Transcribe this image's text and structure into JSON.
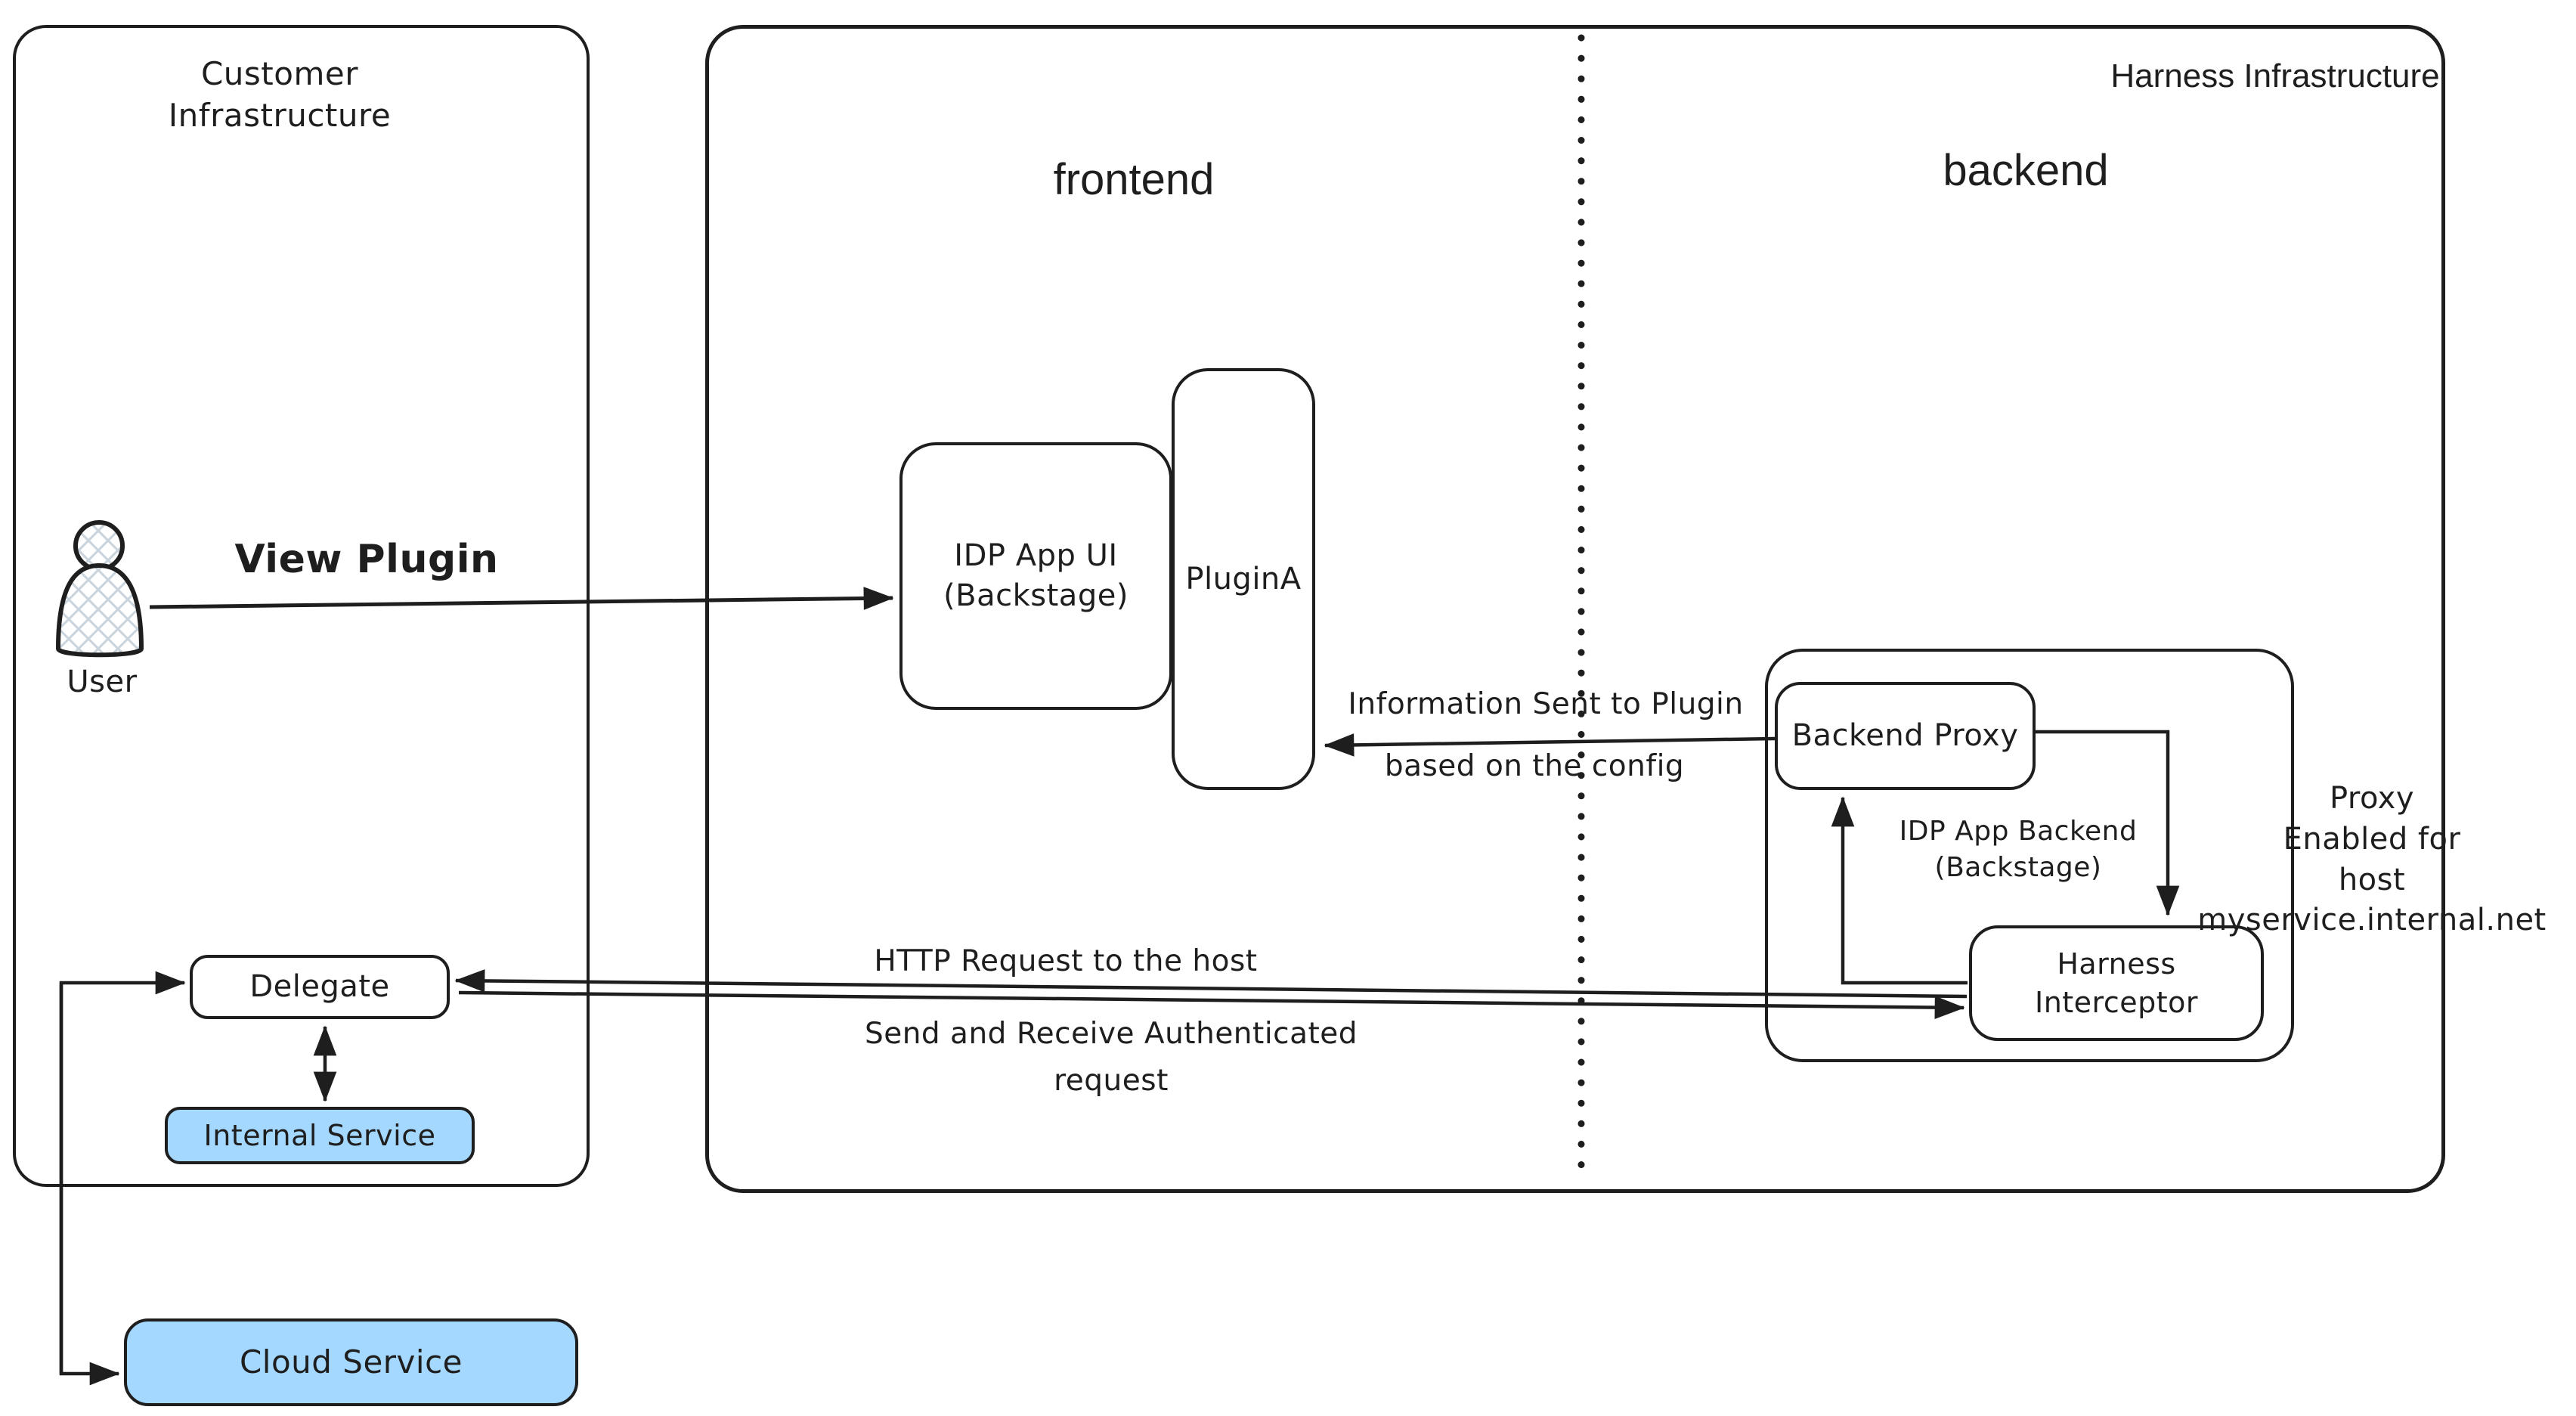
{
  "containers": {
    "customer": {
      "label": "Customer Infrastructure"
    },
    "harness": {
      "label": "Harness Infrastructure"
    },
    "frontend_label": "frontend",
    "backend_label": "backend",
    "idp_backend": {
      "line1": "IDP App Backend",
      "line2": "(Backstage)"
    }
  },
  "nodes": {
    "user": {
      "label": "User"
    },
    "idp_app_ui": {
      "line1": "IDP App UI",
      "line2": "(Backstage)"
    },
    "plugin_a": {
      "label": "PluginA"
    },
    "backend_proxy": {
      "label": "Backend Proxy"
    },
    "harness_interceptor": {
      "line1": "Harness",
      "line2": "Interceptor"
    },
    "delegate": {
      "label": "Delegate"
    },
    "internal_service": {
      "label": "Internal Service"
    },
    "cloud_service": {
      "label": "Cloud Service"
    }
  },
  "annotations": {
    "view_plugin": "View Plugin",
    "info_sent": {
      "line1": "Information Sent to Plugin",
      "line2": "based on the config"
    },
    "http_request": "HTTP Request to the host",
    "send_receive": {
      "line1": "Send and Receive Authenticated",
      "line2": "request"
    },
    "proxy_enabled": {
      "line1": "Proxy",
      "line2": "Enabled for",
      "line3": "host myservice.internal.net"
    }
  },
  "colors": {
    "stroke": "#1e1e1e",
    "service_fill": "#a5d8ff",
    "canvas": "#ffffff",
    "hatch": "#c9d4dd"
  }
}
